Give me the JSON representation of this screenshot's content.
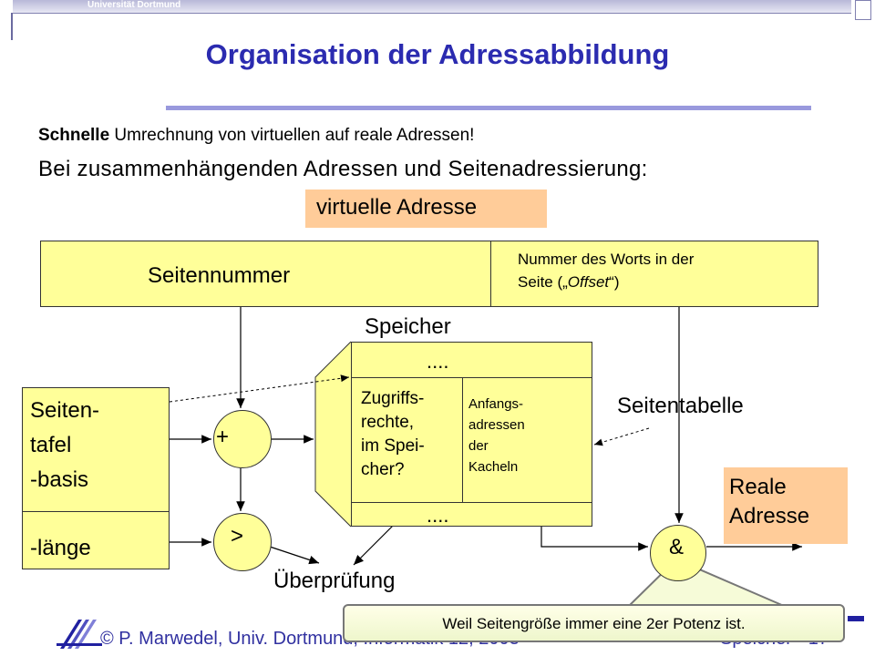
{
  "header": {
    "institution": "Universität Dortmund"
  },
  "slide": {
    "title": "Organisation der Adressabbildung",
    "line1_bold": "Schnelle",
    "line1_rest": " Umrechnung von virtuellen auf reale Adressen!",
    "line2": "Bei zusammenhängenden Adressen und Seitenadressierung:"
  },
  "diagram": {
    "virtual_address": "virtuelle Adresse",
    "page_number": "Seitennummer",
    "offset_line1": "Nummer des Worts in der",
    "offset_line2_prefix": "Seite („",
    "offset_italic": "Offset",
    "offset_suffix": "“)",
    "memory": "Speicher",
    "dots_top": "....",
    "dots_bottom": "....",
    "access_rights": [
      "Zugriffs-",
      "rechte,",
      "im Spei-",
      "cher?"
    ],
    "start_addresses": [
      "Anfangs-",
      "adressen",
      "der",
      "Kacheln"
    ],
    "page_table_base": [
      "Seiten-",
      "tafel",
      "-basis"
    ],
    "page_table_length": "-länge",
    "plus": "+",
    "greater": ">",
    "and": "&",
    "check": "Überprüfung",
    "page_table": "Seitentabelle",
    "real_address": [
      "Reale",
      "Adresse"
    ]
  },
  "footer": {
    "author": "© P. Marwedel, Univ. Dortmund, Informatik 12, 2003",
    "section": "Speicher   - 17 -"
  },
  "callout": {
    "text": "Weil Seitengröße immer eine 2er Potenz ist."
  },
  "colors": {
    "title": "#2b2bb0",
    "box_yellow": "#ffff99",
    "box_orange": "#ffcc99",
    "rule": "#9999dd"
  }
}
